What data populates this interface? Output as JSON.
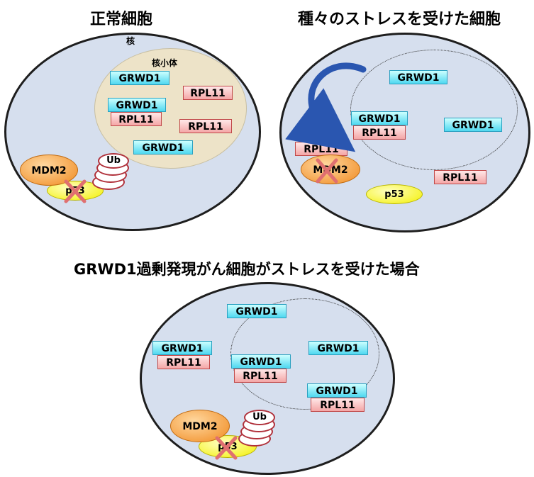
{
  "panels": {
    "normal": {
      "title": "正常細胞",
      "nucleus_label": "核",
      "nucleolus_label": "核小体",
      "grwd1": [
        "GRWD1",
        "GRWD1",
        "GRWD1"
      ],
      "rpl11": [
        "RPL11",
        "RPL11",
        "RPL11"
      ],
      "mdm2": "MDM2",
      "p53": "p53",
      "ub": "Ub"
    },
    "stress": {
      "title": "種々のストレスを受けた細胞",
      "grwd1": [
        "GRWD1",
        "GRWD1",
        "GRWD1"
      ],
      "rpl11": [
        "RPL11",
        "RPL11",
        "RPL11"
      ],
      "mdm2": "MDM2",
      "p53": "p53"
    },
    "overexpress": {
      "title": "GRWD1過剰発現がん細胞がストレスを受けた場合",
      "grwd1": [
        "GRWD1",
        "GRWD1",
        "GRWD1",
        "GRWD1",
        "GRWD1"
      ],
      "rpl11": [
        "RPL11",
        "RPL11",
        "RPL11"
      ],
      "mdm2": "MDM2",
      "p53": "p53",
      "ub": "Ub"
    }
  },
  "colors": {
    "cell_fill": "#d6dfee",
    "nucleolus_fill": "#ede3c8",
    "grwd1_fill": "#4fd8f0",
    "rpl11_fill": "#f4a6a6",
    "mdm2_fill": "#f08a20",
    "p53_fill": "#f3f000",
    "ub_border": "#b0303a",
    "cross": "#e07070",
    "arrow": "#2a56b0"
  },
  "icons": {
    "cross": "cross-icon",
    "arrow": "curved-arrow-icon"
  }
}
